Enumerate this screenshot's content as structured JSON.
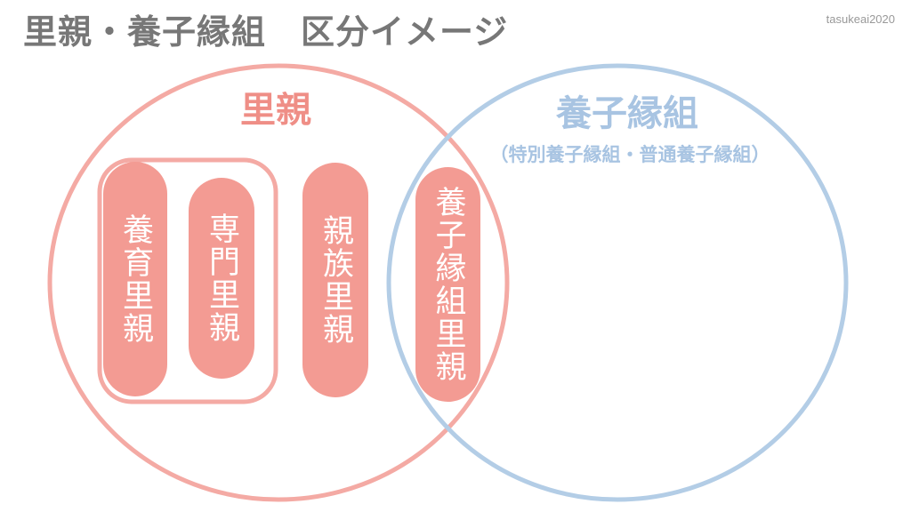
{
  "header": {
    "title": "里親・養子縁組　区分イメージ",
    "credit": "tasukeai2020"
  },
  "sets": {
    "satooya": {
      "label": "里親",
      "color": "#f4aaa4"
    },
    "yoshi_engumi": {
      "label": "養子縁組",
      "sublabel": "（特別養子縁組・普通養子縁組）",
      "color": "#b3cde6"
    }
  },
  "categories": [
    {
      "label": "養育里親"
    },
    {
      "label": "専門里親"
    },
    {
      "label": "親族里親"
    },
    {
      "label": "養子縁組里親"
    }
  ],
  "colors": {
    "pill_fill": "#f39b93",
    "title_text": "#777777",
    "satooya_text": "#ef8e86",
    "yoshi_text": "#a8c4e2"
  }
}
